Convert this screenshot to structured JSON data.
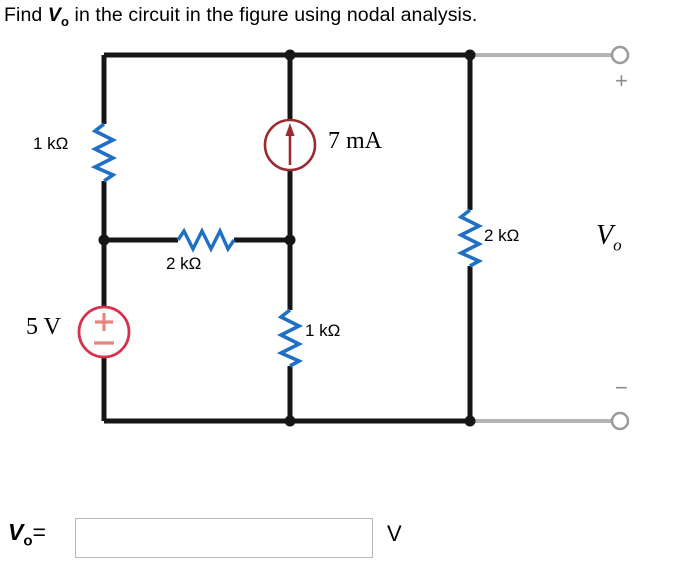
{
  "question": {
    "prefix": "Find ",
    "variable": "V",
    "variable_sub": "o",
    "suffix": " in the circuit in the figure using nodal analysis.",
    "full_text": "Find Vo in the circuit in the figure using nodal analysis."
  },
  "circuit": {
    "components": {
      "r_left": {
        "label": "1 kΩ",
        "value": "1",
        "unit": "kΩ",
        "orientation": "vertical",
        "color": "#1f6fc4"
      },
      "r_middle_horizontal": {
        "label": "2 kΩ",
        "value": "2",
        "unit": "kΩ",
        "orientation": "horizontal",
        "color": "#1f6fc4"
      },
      "r_middle_vertical": {
        "label": "1 kΩ",
        "value": "1",
        "unit": "kΩ",
        "orientation": "vertical",
        "color": "#1f6fc4"
      },
      "r_right": {
        "label": "2 kΩ",
        "value": "2",
        "unit": "kΩ",
        "orientation": "vertical",
        "color": "#1f6fc4"
      },
      "current_source": {
        "label": "7 mA",
        "value": "7",
        "unit": "mA",
        "direction": "up",
        "color": "#9b2b33"
      },
      "voltage_source": {
        "label": "5 V",
        "value": "5",
        "unit": "V",
        "plus": "+",
        "minus": "−",
        "color": "#d6304a"
      }
    },
    "output": {
      "label_variable": "V",
      "label_sub": "o",
      "terminal_plus": "+",
      "terminal_minus": "−",
      "wire_color": "#b3b3b3"
    },
    "wire_color": "#161616"
  },
  "answer": {
    "label_variable": "V",
    "label_sub": "o",
    "label_equals": "=",
    "input_value": "",
    "input_placeholder": "",
    "unit": "V"
  }
}
